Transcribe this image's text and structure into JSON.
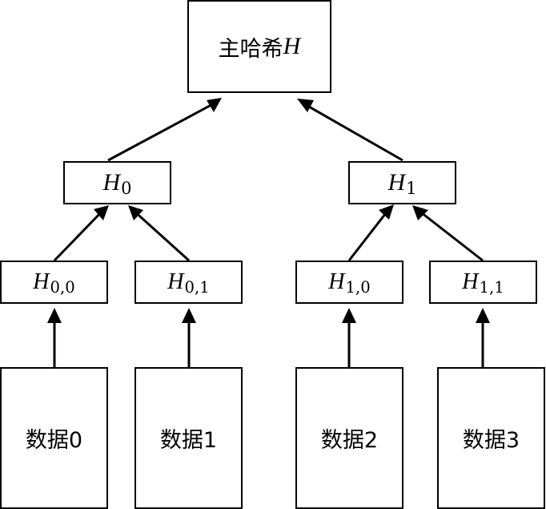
{
  "root": {
    "label_cjk": "主哈希",
    "label_h": "H"
  },
  "level1": [
    {
      "h": "H",
      "sub": "0"
    },
    {
      "h": "H",
      "sub": "1"
    }
  ],
  "level2": [
    {
      "h": "H",
      "sub": "0,0"
    },
    {
      "h": "H",
      "sub": "0,1"
    },
    {
      "h": "H",
      "sub": "1,0"
    },
    {
      "h": "H",
      "sub": "1,1"
    }
  ],
  "data_blocks": [
    {
      "label": "数据0"
    },
    {
      "label": "数据1"
    },
    {
      "label": "数据2"
    },
    {
      "label": "数据3"
    }
  ]
}
